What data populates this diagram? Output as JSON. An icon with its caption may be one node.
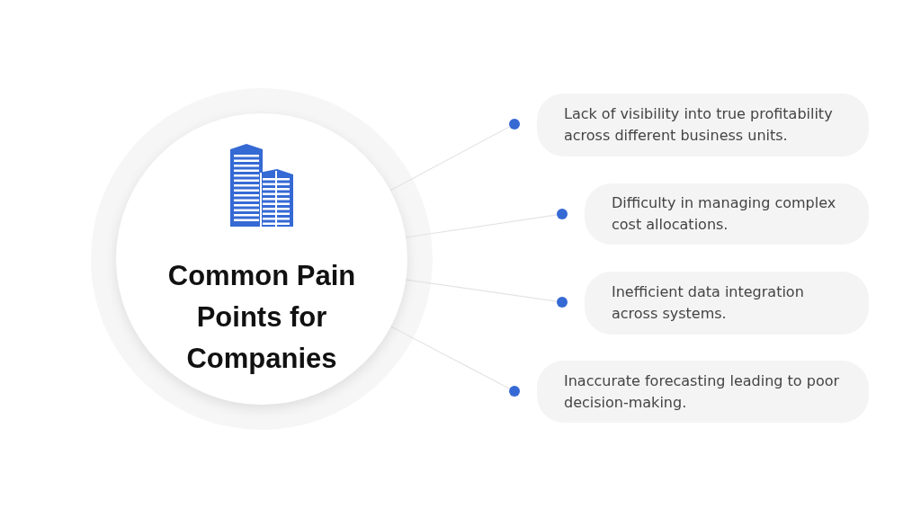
{
  "diagram": {
    "nodes": [
      {
        "text": [
          "Common Pain Points for Companies"
        ]
      },
      {
        "text": [],
        "shape": "circle"
      },
      {
        "text": [
          "Lack of visibility into true profitability across different business units."
        ]
      },
      {
        "text": [],
        "shape": "circle"
      },
      {
        "text": [
          "Difficulty in managing complex cost allocations."
        ]
      },
      {
        "text": [],
        "shape": "circle"
      },
      {
        "text": [
          "Inefficient data integration across systems."
        ]
      },
      {
        "text": [],
        "shape": "circle"
      },
      {
        "text": [
          "Inaccurate forecasting leading to poor decision-making."
        ]
      }
    ],
    "edges": [
      {
        "from": 0,
        "to": 1,
        "arrow": "none"
      },
      {
        "from": 0,
        "to": 3,
        "arrow": "none"
      },
      {
        "from": 0,
        "to": 5,
        "arrow": "none"
      },
      {
        "from": 0,
        "to": 7,
        "arrow": "none"
      }
    ]
  }
}
